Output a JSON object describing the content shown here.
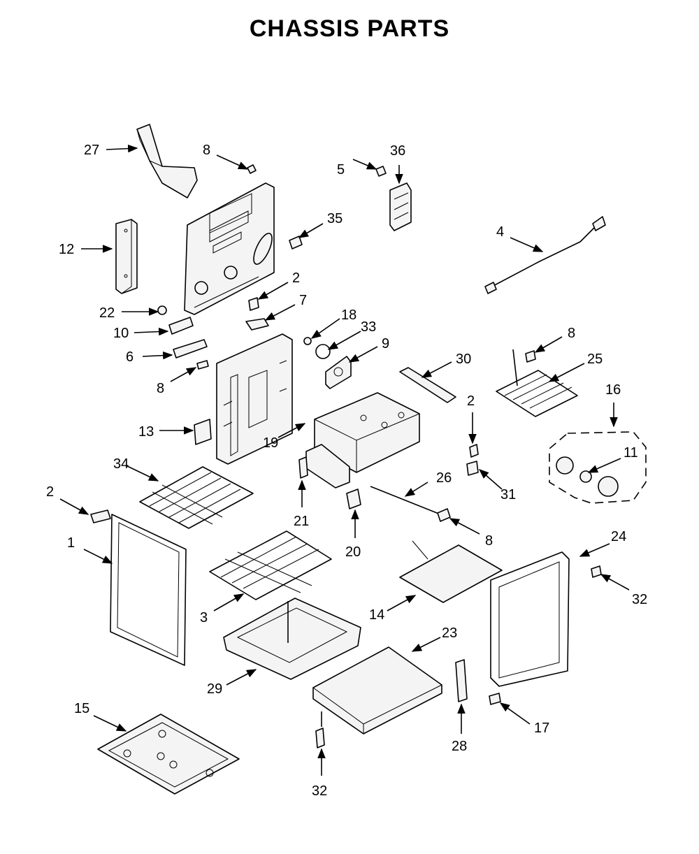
{
  "title": "CHASSIS PARTS",
  "callouts": {
    "c1": "1",
    "c2a": "2",
    "c2b": "2",
    "c2c": "2",
    "c3": "3",
    "c4": "4",
    "c5": "5",
    "c6": "6",
    "c7": "7",
    "c8a": "8",
    "c8b": "8",
    "c8c": "8",
    "c8d": "8",
    "c9": "9",
    "c10": "10",
    "c11": "11",
    "c12": "12",
    "c13": "13",
    "c14": "14",
    "c15": "15",
    "c16": "16",
    "c17": "17",
    "c18": "18",
    "c19": "19",
    "c20": "20",
    "c21": "21",
    "c22": "22",
    "c23": "23",
    "c24": "24",
    "c25": "25",
    "c26": "26",
    "c27": "27",
    "c28": "28",
    "c29": "29",
    "c30": "30",
    "c31": "31",
    "c32a": "32",
    "c32b": "32",
    "c33": "33",
    "c34": "34",
    "c35": "35",
    "c36": "36"
  }
}
